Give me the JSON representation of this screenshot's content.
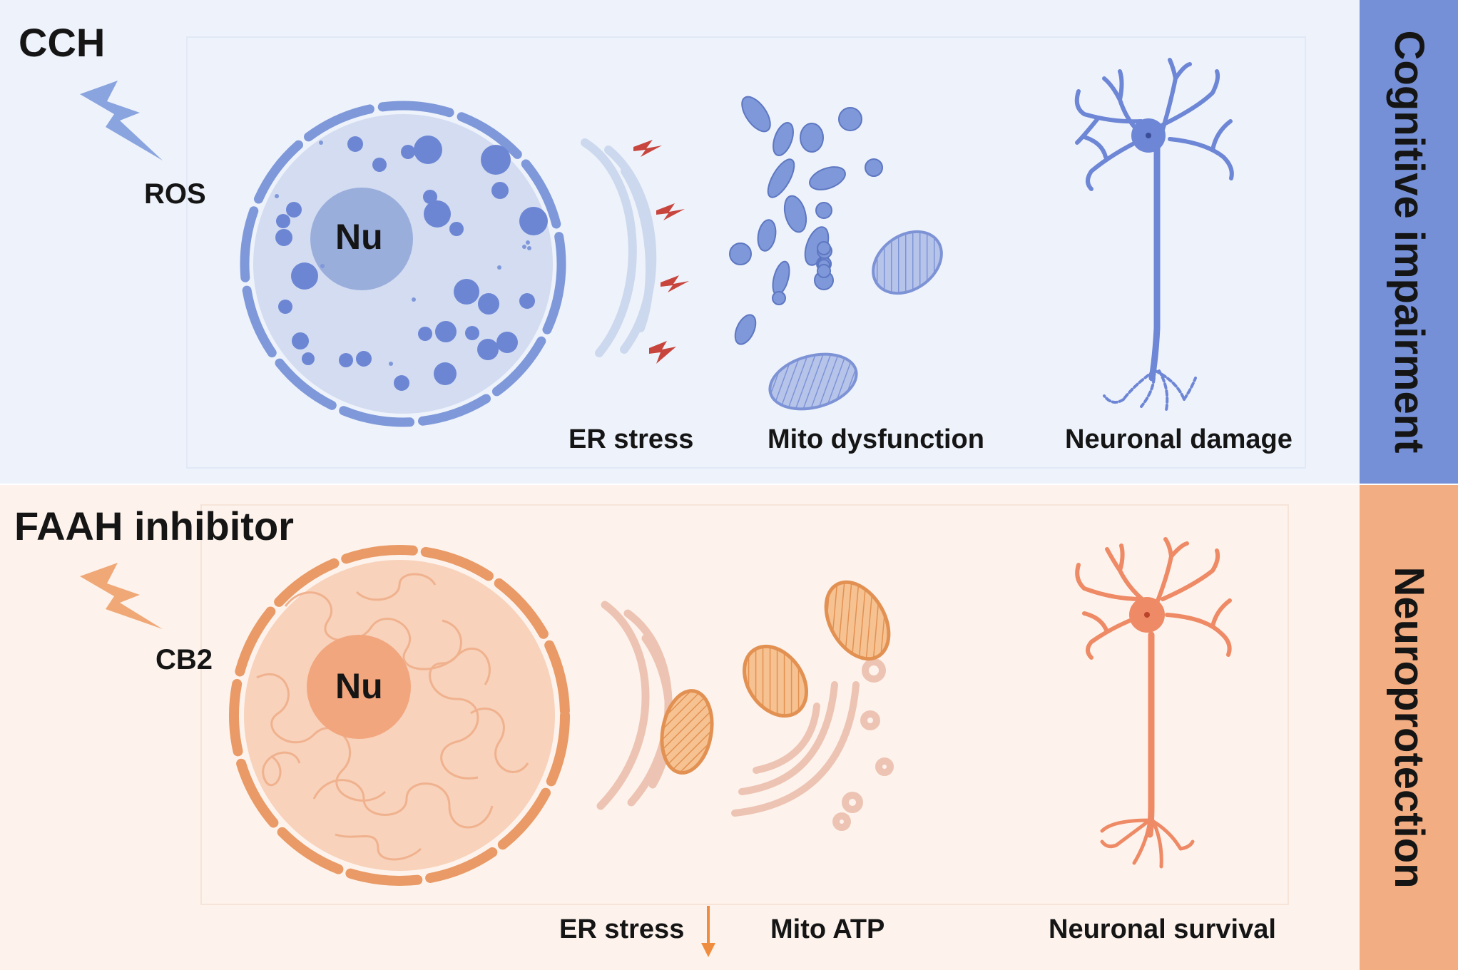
{
  "top_panel": {
    "title": "CCH",
    "trigger": "ROS",
    "nucleus": "Nu",
    "labels": [
      "ER stress",
      "Mito dysfunction",
      "Neuronal damage"
    ],
    "side_label": "Cognitive impairment",
    "colors": {
      "background": "#eef3fb",
      "accent": "#6f8fd6",
      "side_bar": "#7590d6",
      "damage_marks": "#c8453e"
    }
  },
  "bottom_panel": {
    "title": "FAAH inhibitor",
    "trigger": "CB2",
    "nucleus": "Nu",
    "labels": [
      "ER stress",
      "Mito ATP",
      "Neuronal survival"
    ],
    "side_label": "Neuroprotection",
    "arrow": "down-arrow",
    "colors": {
      "background": "#fdf3ec",
      "accent": "#e99a66",
      "side_bar": "#f2ad83"
    }
  }
}
